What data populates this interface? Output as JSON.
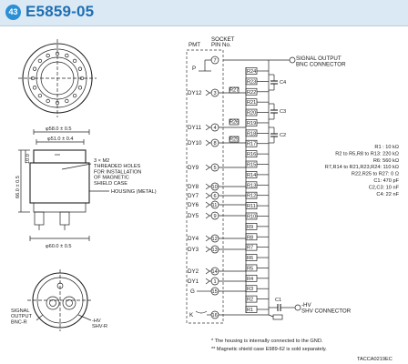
{
  "header": {
    "badge": "43",
    "title": "E5859-05",
    "accent_color": "#2a8fd6",
    "band_color": "#dbe9f4"
  },
  "drawing": {
    "dim_outer_dia": "φ58.0 ± 0.5",
    "dim_inner_dia": "φ51.0 ± 0.4",
    "dim_height": "66.0 ± 0.5",
    "dim_step": "10.0",
    "dim_bottom_dia": "φ60.0 ± 0.5",
    "holes_note": "3 × M2\nTHREADED HOLES\nFOR INSTALLATION\nOF MAGNETIC\nSHIELD CASE",
    "housing_note": "HOUSING (METAL)",
    "signal_output_label": "SIGNAL\nOUTPUT\nBNC-R",
    "hv_label": "-HV\nSHV-R"
  },
  "circuit": {
    "pmt_label": "PMT",
    "socket_label": "SOCKET\nPIN No.",
    "signal_output": "SIGNAL OUTPUT\nBNC CONNECTOR",
    "hv_connector": "-HV\nSHV CONNECTOR",
    "p_label": "P",
    "k_label": "K",
    "g_label": "G",
    "dynodes": [
      {
        "name": "DY12",
        "pin": "3"
      },
      {
        "name": "DY11",
        "pin": "4"
      },
      {
        "name": "DY10",
        "pin": "8"
      },
      {
        "name": "DY9",
        "pin": "5"
      },
      {
        "name": "DY8",
        "pin": "10"
      },
      {
        "name": "DY7",
        "pin": "6"
      },
      {
        "name": "DY6",
        "pin": "11"
      },
      {
        "name": "DY5",
        "pin": "9"
      },
      {
        "name": "DY4",
        "pin": "12"
      },
      {
        "name": "DY3",
        "pin": "13"
      },
      {
        "name": "DY2",
        "pin": "14"
      },
      {
        "name": "DY1",
        "pin": "1"
      }
    ],
    "anode_pin": "7",
    "g_pin": "15",
    "k_pin": "16",
    "resistors": [
      "R24",
      "R23",
      "R22",
      "R21",
      "R20",
      "R19",
      "R18",
      "R17",
      "R16",
      "R15",
      "R14",
      "R13",
      "R12",
      "R11",
      "R10",
      "R9",
      "R8",
      "R7",
      "R6",
      "R5",
      "R4",
      "R3",
      "R2",
      "R1"
    ],
    "series_r": [
      "R27",
      "R26",
      "R25"
    ],
    "capacitors": [
      "C4",
      "C3",
      "C2",
      "C1"
    ]
  },
  "specs": [
    "R1 : 10 kΩ",
    "R2 to R5,R8 to R13: 220 kΩ",
    "R6: 560 kΩ",
    "R7,R14 to R21,R23,R24: 110 kΩ",
    "R22,R25 to R27: 0 Ω",
    "C1: 470 pF",
    "C2,C3: 10 nF",
    "C4: 22 nF"
  ],
  "footnotes": [
    "* The housing is internally connected to the GND.",
    "** Magnetic shield case E989-62 is sold separately."
  ],
  "drawing_code": "TACCA0219EC"
}
